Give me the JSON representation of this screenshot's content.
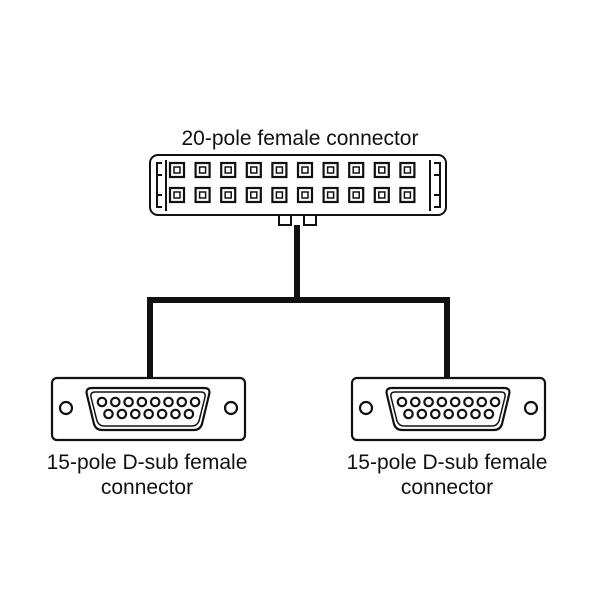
{
  "top_connector": {
    "label": "20-pole female connector",
    "pins": 20
  },
  "bottom_connectors": [
    {
      "label_line1": "15-pole D-sub female",
      "label_line2": "connector",
      "pins": 15
    },
    {
      "label_line1": "15-pole D-sub female",
      "label_line2": "connector",
      "pins": 15
    }
  ],
  "colors": {
    "stroke": "#111111",
    "background": "#ffffff"
  }
}
